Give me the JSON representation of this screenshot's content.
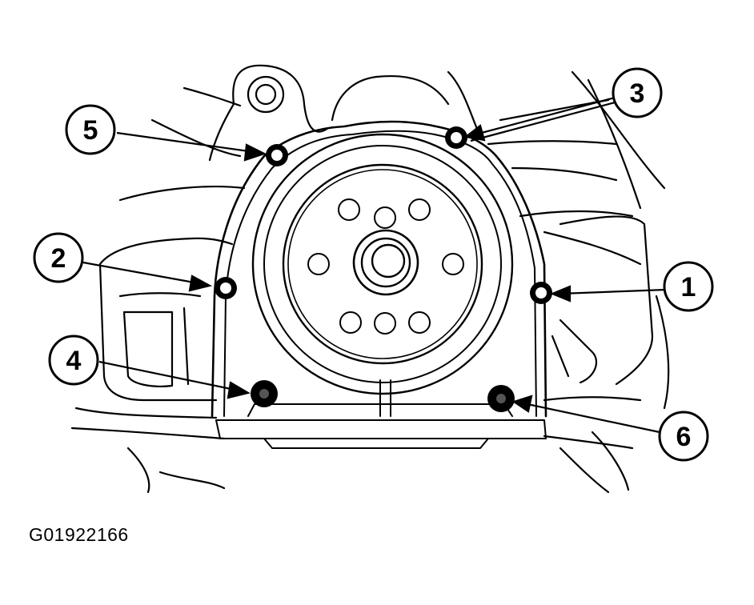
{
  "figure": {
    "id": "G01922166",
    "colors": {
      "ink": "#000000",
      "paper": "#ffffff"
    }
  },
  "callouts": [
    {
      "label": "1"
    },
    {
      "label": "2"
    },
    {
      "label": "3"
    },
    {
      "label": "4"
    },
    {
      "label": "5"
    },
    {
      "label": "6"
    }
  ]
}
